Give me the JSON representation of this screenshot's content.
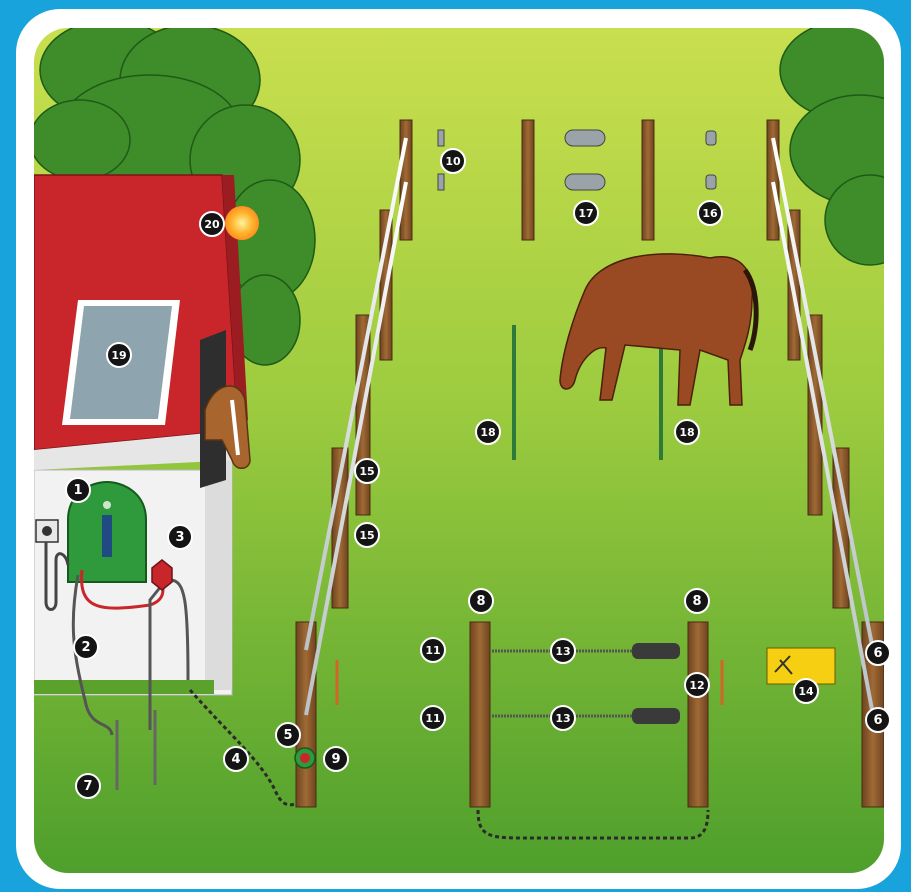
{
  "diagram": {
    "labels": [
      {
        "id": "1",
        "text": "1"
      },
      {
        "id": "2",
        "text": "2"
      },
      {
        "id": "3",
        "text": "3"
      },
      {
        "id": "4",
        "text": "4"
      },
      {
        "id": "5",
        "text": "5"
      },
      {
        "id": "6a",
        "text": "6"
      },
      {
        "id": "6b",
        "text": "6"
      },
      {
        "id": "7",
        "text": "7"
      },
      {
        "id": "8a",
        "text": "8"
      },
      {
        "id": "8b",
        "text": "8"
      },
      {
        "id": "9",
        "text": "9"
      },
      {
        "id": "10",
        "text": "10"
      },
      {
        "id": "11a",
        "text": "11"
      },
      {
        "id": "11b",
        "text": "11"
      },
      {
        "id": "12",
        "text": "12"
      },
      {
        "id": "13a",
        "text": "13"
      },
      {
        "id": "13b",
        "text": "13"
      },
      {
        "id": "14",
        "text": "14"
      },
      {
        "id": "15a",
        "text": "15"
      },
      {
        "id": "15b",
        "text": "15"
      },
      {
        "id": "16",
        "text": "16"
      },
      {
        "id": "17",
        "text": "17"
      },
      {
        "id": "18a",
        "text": "18"
      },
      {
        "id": "18b",
        "text": "18"
      },
      {
        "id": "19",
        "text": "19"
      },
      {
        "id": "20",
        "text": "20"
      }
    ]
  },
  "colors": {
    "background_blue": "#18a3dc",
    "frame_white": "#ffffff",
    "grass_light": "#c2dc4a",
    "grass_dark": "#52a22e",
    "roof_red": "#c8262b",
    "energizer_green": "#2e9a3c",
    "post_brown": "#8a5a2b",
    "warning_yellow": "#f6cf12",
    "badge_black": "#141414"
  }
}
